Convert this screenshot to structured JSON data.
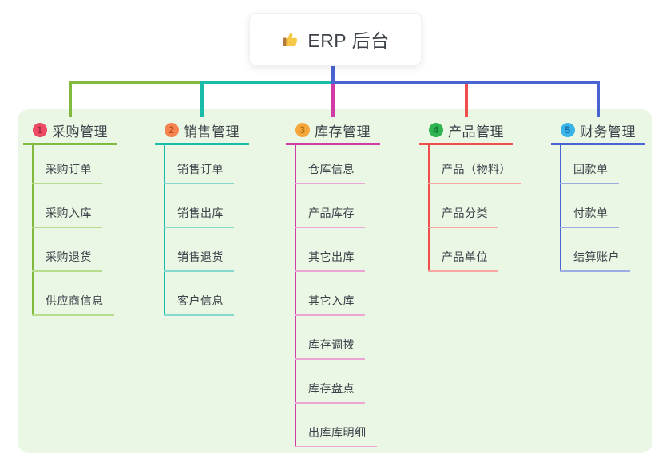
{
  "root": {
    "title": "ERP 后台",
    "icon": "thumbs-up"
  },
  "branches": [
    {
      "slug": "purchase",
      "badge": {
        "number": "1",
        "bg": "#ec4b63",
        "fg": "#a32b42"
      },
      "title": "采购管理",
      "line_color": "#82ba40",
      "child_line_color": "#b8dc8e",
      "children": [
        "采购订单",
        "采购入库",
        "采购退货",
        "供应商信息"
      ]
    },
    {
      "slug": "sales",
      "badge": {
        "number": "2",
        "bg": "#f58350",
        "fg": "#b5511d"
      },
      "title": "销售管理",
      "line_color": "#18bca9",
      "child_line_color": "#86d9cd",
      "children": [
        "销售订单",
        "销售出库",
        "销售退货",
        "客户信息"
      ]
    },
    {
      "slug": "inventory",
      "badge": {
        "number": "3",
        "bg": "#f6a63a",
        "fg": "#b5740a"
      },
      "title": "库存管理",
      "line_color": "#d03ba5",
      "child_line_color": "#eca6d6",
      "children": [
        "仓库信息",
        "产品库存",
        "其它出库",
        "其它入库",
        "库存调拨",
        "库存盘点",
        "出库库明细"
      ]
    },
    {
      "slug": "product",
      "badge": {
        "number": "4",
        "bg": "#30b351",
        "fg": "#187a34"
      },
      "title": "产品管理",
      "line_color": "#f04d4d",
      "child_line_color": "#f8a6a2",
      "children": [
        "产品（物料）",
        "产品分类",
        "产品单位"
      ]
    },
    {
      "slug": "finance",
      "badge": {
        "number": "5",
        "bg": "#3ab4e7",
        "fg": "#166fa6"
      },
      "title": "财务管理",
      "line_color": "#4a63d2",
      "child_line_color": "#9cabe4",
      "children": [
        "回款单",
        "付款单",
        "结算账户"
      ]
    }
  ],
  "colors": {
    "canvas_bg": "#ffffff",
    "panel_bg": "#e9f7e4",
    "text": "#3d424a",
    "root_connector": "#4a63d2",
    "thumb_hand": "#f7c948",
    "thumb_cuff": "#b5773a"
  }
}
